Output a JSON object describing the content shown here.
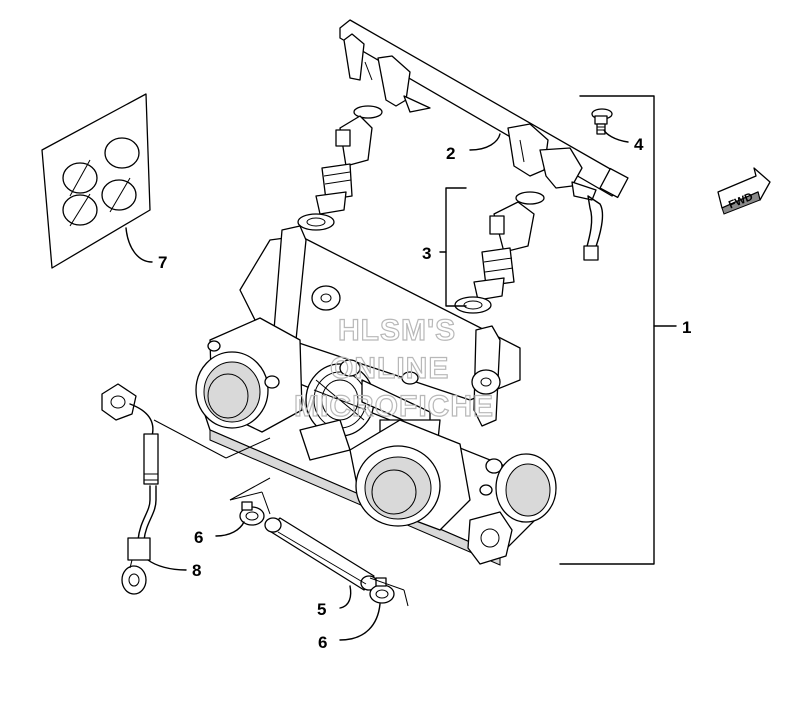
{
  "callouts": {
    "c1": "1",
    "c2": "2",
    "c3": "3",
    "c4": "4",
    "c5": "5",
    "c6a": "6",
    "c6b": "6",
    "c7": "7",
    "c8": "8"
  },
  "direction_badge": "FWD",
  "watermark": {
    "line1": "HLSM'S",
    "line2": "ONLINE",
    "line3": "MICROFICHE"
  },
  "colors": {
    "line": "#000000",
    "watermark": "#b8b8b8",
    "background": "#ffffff"
  }
}
